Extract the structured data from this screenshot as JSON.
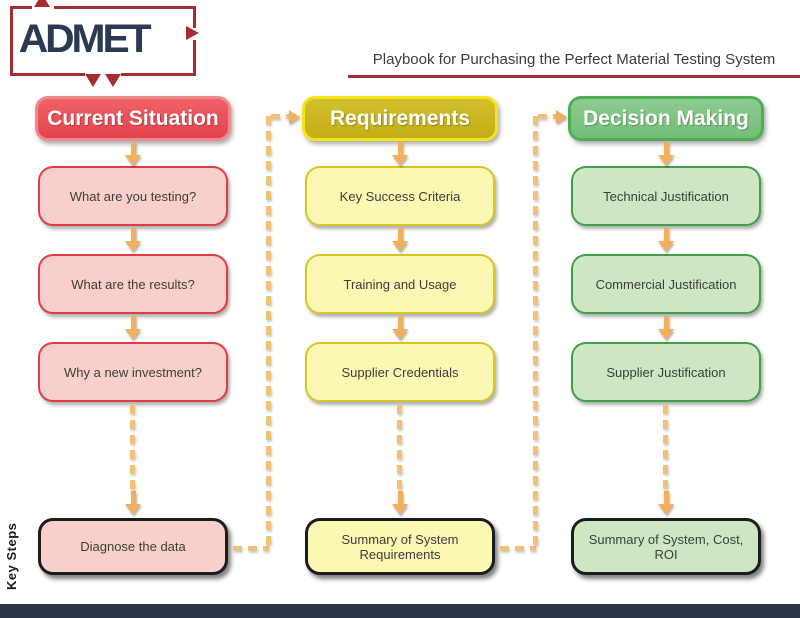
{
  "logo": {
    "text": "ADMET"
  },
  "title": "Playbook for Purchasing the Perfect Material Testing System",
  "key_steps_label": "Key Steps",
  "columns": [
    {
      "header": "Current Situation",
      "steps": [
        "What are you testing?",
        "What are the results?",
        "Why a new investment?"
      ],
      "summary": "Diagnose the data"
    },
    {
      "header": "Requirements",
      "steps": [
        "Key Success Criteria",
        "Training and Usage",
        "Supplier Credentials"
      ],
      "summary": "Summary of System Requirements"
    },
    {
      "header": "Decision Making",
      "steps": [
        "Technical Justification",
        "Commercial Justification",
        "Supplier Justification"
      ],
      "summary": "Summary of System, Cost, ROI"
    }
  ],
  "icons": {
    "down_arrow": "solid orange down arrow",
    "right_arrow": "solid orange right arrowhead",
    "dashed_connector": "orange dashed line"
  },
  "colors": {
    "header_red": "#e4444c",
    "header_yellow": "#c2ae15",
    "header_green": "#72be78",
    "box_red": "#f9cfcb",
    "box_yellow": "#fbf8b4",
    "box_green": "#cfe6c2",
    "border_red": "#e23b41",
    "border_yellow": "#d6c723",
    "border_green": "#3fa047",
    "arrow_orange": "#f1b05e",
    "logo_navy": "#2b3a52",
    "logo_red": "#a62b33",
    "title_underline": "#a02f35",
    "bottom_bar_navy": "#2b3447"
  }
}
